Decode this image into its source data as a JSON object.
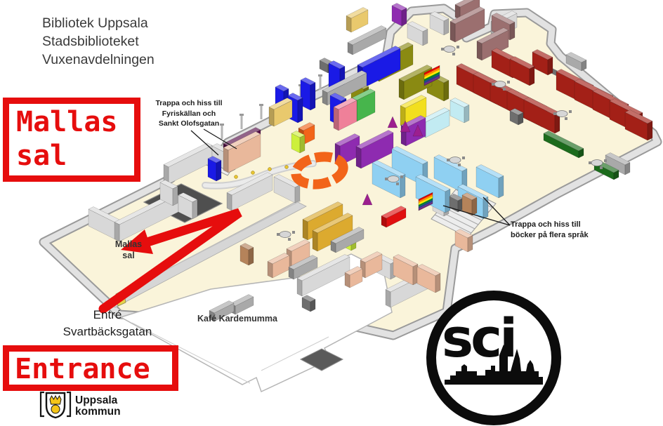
{
  "header": {
    "line1": "Bibliotek Uppsala",
    "line2": "Stadsbiblioteket",
    "line3": "Vuxenavdelningen"
  },
  "callouts": {
    "mallas_big": {
      "line1": "Mallas",
      "line2": "sal"
    },
    "entrance_big": "Entrance"
  },
  "annotations": {
    "stairs_nw": {
      "line1": "Trappa och hiss till",
      "line2": "Fyriskällan och",
      "line3": "Sankt Olofsgatan"
    },
    "stairs_se": {
      "line1": "Trappa och hiss till",
      "line2": "böcker på flera språk"
    }
  },
  "map_labels": {
    "mallas_room": {
      "line1": "Mallas",
      "line2": "sal"
    },
    "cafe": "Kafé Kardemumma",
    "entrance": {
      "line1": "Entré",
      "line2": "Svartbäcksgatan"
    }
  },
  "logos": {
    "sci": "sci",
    "municipality": {
      "line1": "Uppsala",
      "line2": "kommun"
    }
  },
  "colors": {
    "accent_red": "#e60d0d",
    "floor": "#faf4da",
    "wall": "#d8d8d8",
    "wall_edge": "#9a9a9a",
    "maroon": "#a32017",
    "blue": "#1a1ae6",
    "sky": "#8fd0f2",
    "cyan": "#c2ebf2",
    "olive": "#8a8a12",
    "mauve": "#9b6f6f",
    "purple": "#8e2bb0",
    "magenta": "#9c1f8f",
    "pink": "#ef8099",
    "green": "#47b54c",
    "dgreen": "#1c6b1c",
    "yellow": "#f2df1f",
    "gold": "#dcaa2f",
    "gold_light": "#e9c96d",
    "orange": "#f26419",
    "lime": "#cdf03c",
    "tan": "#e9b89b",
    "brown": "#b5835a",
    "red": "#e01010",
    "plum": "#570f4a",
    "gray_mid": "#a9a9a9",
    "gray_dark": "#6e6e6e",
    "black": "#0c0c0c"
  }
}
